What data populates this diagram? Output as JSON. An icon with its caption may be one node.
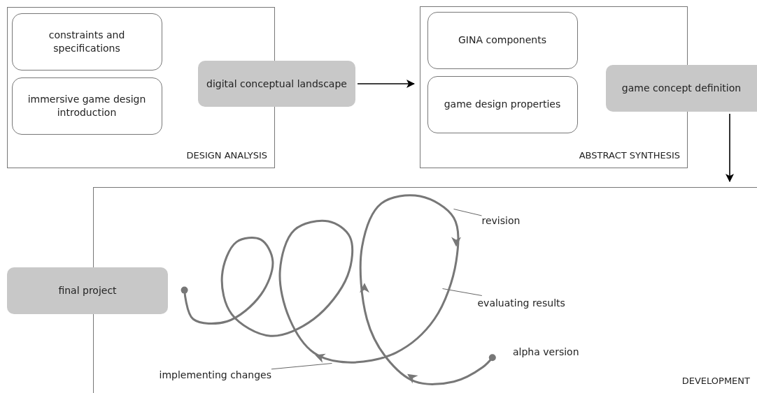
{
  "diagram": {
    "nodes": [
      {
        "text": [
          "DESIGN ANALYSIS"
        ]
      },
      {
        "text": [
          "constraints and specifications"
        ],
        "in": 0
      },
      {
        "text": [
          "immersive game design introduction"
        ],
        "in": 0
      },
      {
        "text": [
          "digital conceptual landscape"
        ]
      },
      {
        "text": [
          "ABSTRACT SYNTHESIS"
        ]
      },
      {
        "text": [
          "GINA components"
        ],
        "in": 4
      },
      {
        "text": [
          "game design properties"
        ],
        "in": 4
      },
      {
        "text": [
          "game concept definition"
        ]
      },
      {
        "text": [
          "DEVELOPMENT"
        ]
      },
      {
        "text": [
          "final project"
        ]
      },
      {
        "text": [],
        "shape": "spiral",
        "in": 8
      },
      {
        "text": [
          "revision"
        ],
        "in": 8
      },
      {
        "text": [
          "evaluating results"
        ],
        "in": 8
      },
      {
        "text": [
          "implementing changes"
        ],
        "in": 8
      }
    ],
    "edges": [
      {
        "from": 3,
        "to": 4,
        "arrow": "to",
        "color": "#000000"
      },
      {
        "from": 7,
        "to": 8,
        "arrow": "to",
        "color": "#000000"
      },
      {
        "from": 11,
        "to": 10,
        "arrow": "none"
      },
      {
        "from": 12,
        "to": 10,
        "arrow": "none"
      },
      {
        "from": 13,
        "to": 10,
        "arrow": "none"
      }
    ],
    "labels": [
      "alpha version"
    ]
  }
}
